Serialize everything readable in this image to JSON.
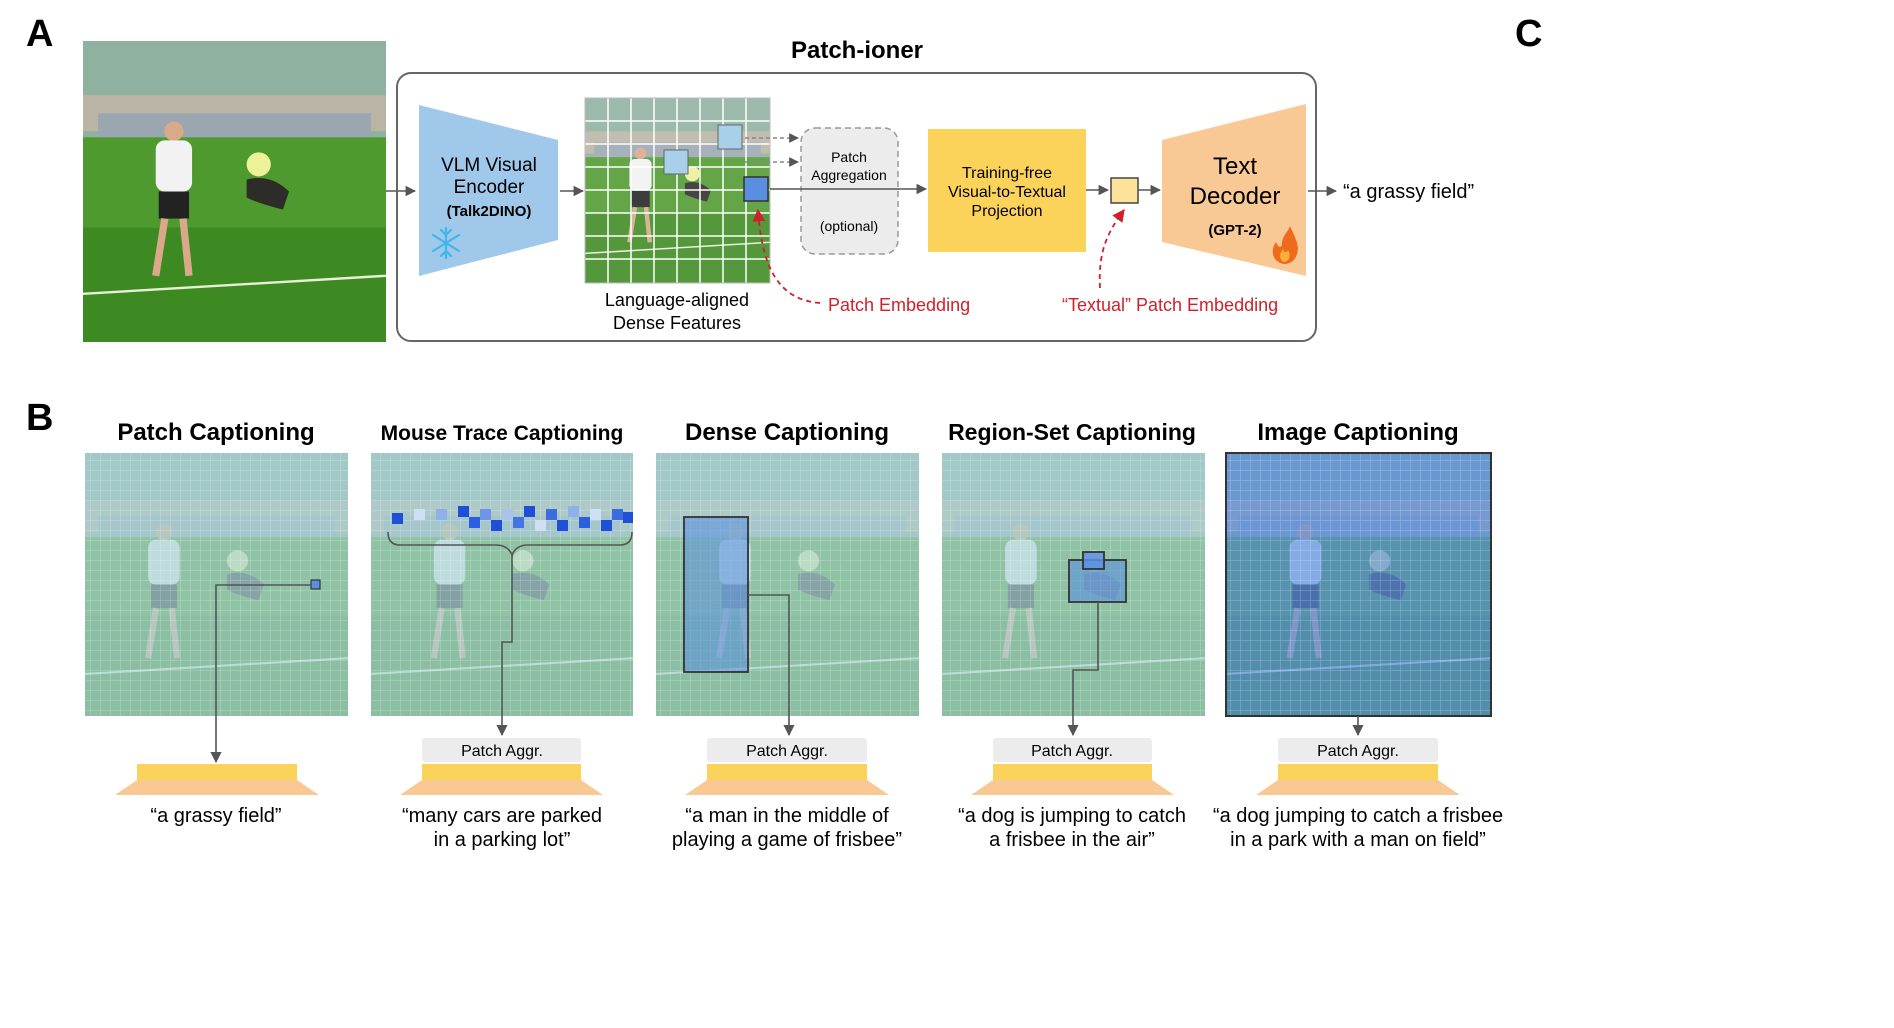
{
  "panel_labels": {
    "a": "A",
    "b": "B",
    "c": "C"
  },
  "part_a": {
    "title": "Patch-ioner",
    "encoder": {
      "line1": "VLM Visual",
      "line2": "Encoder",
      "model": "(Talk2DINO)"
    },
    "dense_features": {
      "line1": "Language-aligned",
      "line2": "Dense Features"
    },
    "aggregation": {
      "line1": "Patch",
      "line2": "Aggregation",
      "note": "(optional)"
    },
    "projection": {
      "line1": "Training-free",
      "line2": "Visual-to-Textual",
      "line3": "Projection"
    },
    "decoder": {
      "line1": "Text",
      "line2": "Decoder",
      "model": "(GPT-2)"
    },
    "output": "“a grassy field”",
    "annotation_patch": "Patch Embedding",
    "annotation_textual": "“Textual” Patch Embedding",
    "frozen_icon": "snowflake-icon",
    "trainable_icon": "flame-icon"
  },
  "part_b": {
    "aggr_label": "Patch Aggr.",
    "tasks": [
      {
        "title": "Patch Captioning",
        "caption_line1": "“a grassy field”",
        "caption_line2": ""
      },
      {
        "title": "Mouse Trace Captioning",
        "caption_line1": "“many cars are parked",
        "caption_line2": "in a parking lot”"
      },
      {
        "title": "Dense Captioning",
        "caption_line1": "“a man in the middle of",
        "caption_line2": "playing a game of frisbee”"
      },
      {
        "title": "Region-Set Captioning",
        "caption_line1": "“a dog is jumping to catch",
        "caption_line2": "a frisbee in the air”"
      },
      {
        "title": "Image Captioning",
        "caption_line1": "“a dog jumping to catch a frisbee",
        "caption_line2": "in a park with a man on field”"
      }
    ]
  },
  "colors": {
    "encoder_blue": "#9fc8ea",
    "projection_yellow": "#fbd35a",
    "decoder_orange": "#f8c994",
    "annotation_red": "#d0202a",
    "grid_teal": "#a9d3d6",
    "highlight_blue": "#5a8fe0"
  }
}
